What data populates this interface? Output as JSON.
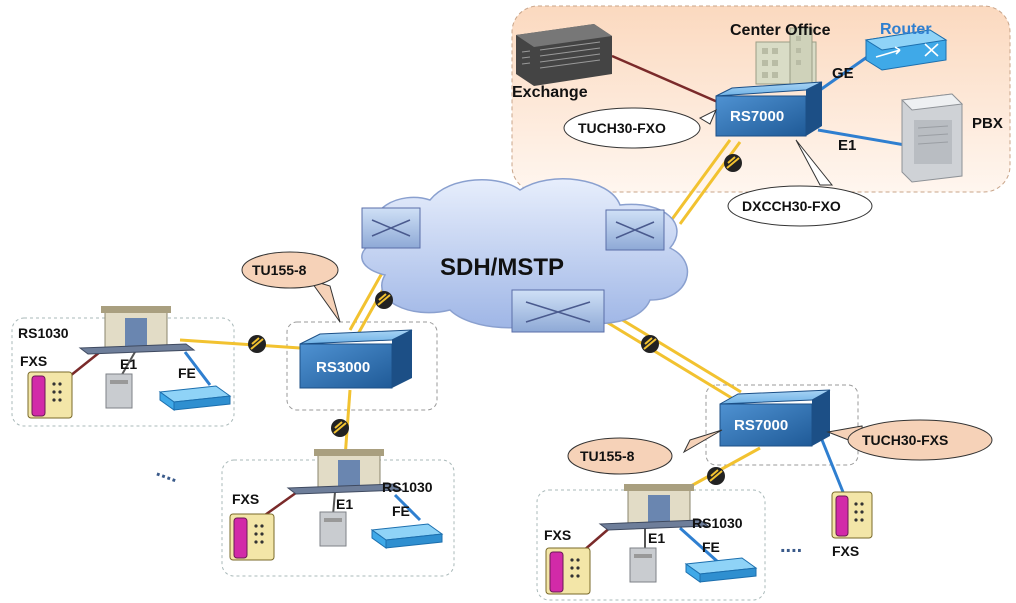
{
  "network": {
    "core_label": "SDH/MSTP"
  },
  "center": {
    "title": "Center Office",
    "router": "Router",
    "exchange": "Exchange",
    "pbx": "PBX",
    "ge": "GE",
    "e1": "E1",
    "node": "RS7000",
    "card_fxo": "TUCH30-FXO",
    "card_dxc": "DXCCH30-FXO"
  },
  "left_node": {
    "node": "RS3000",
    "card": "TU155-8"
  },
  "remote_left": {
    "device": "RS1030",
    "fxs": "FXS",
    "e1": "E1",
    "fe": "FE"
  },
  "remote_bottom": {
    "device": "RS1030",
    "fxs": "FXS",
    "e1": "E1",
    "fe": "FE"
  },
  "right_node": {
    "node": "RS7000",
    "card_tu": "TU155-8",
    "card_fxs": "TUCH30-FXS",
    "phone": "FXS"
  },
  "remote_right": {
    "device": "RS1030",
    "fxs": "FXS",
    "e1": "E1",
    "fe": "FE"
  },
  "ellipsis": "....",
  "colors": {
    "fiber": "#f2c230",
    "ethernet": "#2f7fd0",
    "phone_line": "#7a2a2a",
    "node_box": "#2f6fb0",
    "callout": "#f6d2b8"
  }
}
